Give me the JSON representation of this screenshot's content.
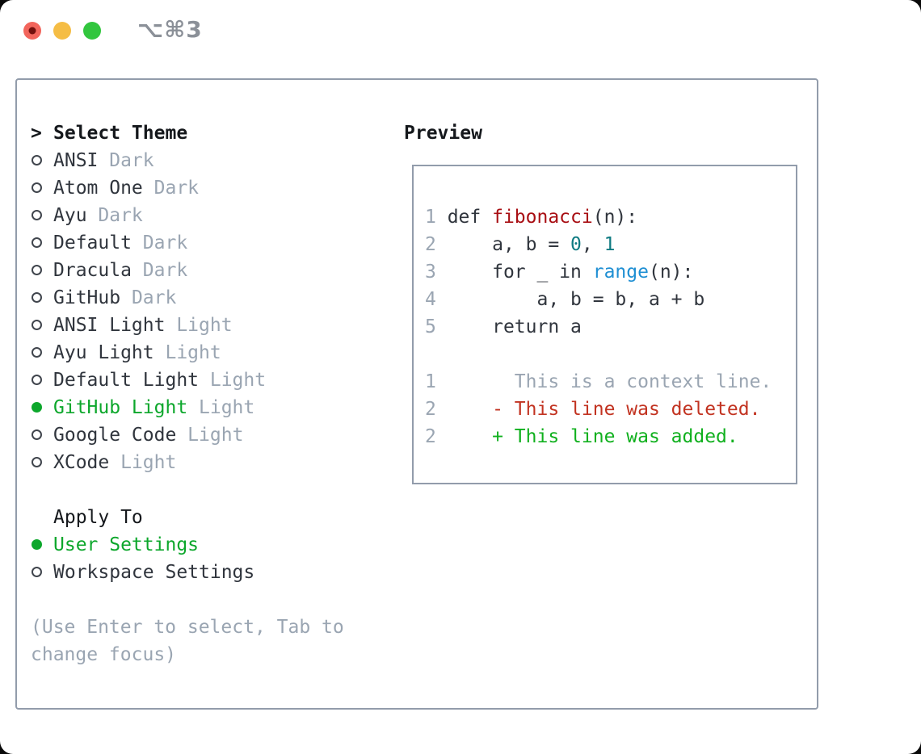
{
  "window": {
    "title": "⌥⌘3"
  },
  "titlebar": {
    "lights": [
      "close",
      "minimize",
      "zoom"
    ]
  },
  "theme_list": {
    "prompt": ">",
    "header": "Select Theme",
    "items": [
      {
        "name": "ANSI",
        "variant": "Dark",
        "selected": false
      },
      {
        "name": "Atom One",
        "variant": "Dark",
        "selected": false
      },
      {
        "name": "Ayu",
        "variant": "Dark",
        "selected": false
      },
      {
        "name": "Default",
        "variant": "Dark",
        "selected": false
      },
      {
        "name": "Dracula",
        "variant": "Dark",
        "selected": false
      },
      {
        "name": "GitHub",
        "variant": "Dark",
        "selected": false
      },
      {
        "name": "ANSI Light",
        "variant": "Light",
        "selected": false
      },
      {
        "name": "Ayu Light",
        "variant": "Light",
        "selected": false
      },
      {
        "name": "Default Light",
        "variant": "Light",
        "selected": false
      },
      {
        "name": "GitHub Light",
        "variant": "Light",
        "selected": true
      },
      {
        "name": "Google Code",
        "variant": "Light",
        "selected": false
      },
      {
        "name": "XCode",
        "variant": "Light",
        "selected": false
      }
    ]
  },
  "apply_to": {
    "header": "Apply To",
    "items": [
      {
        "label": "User Settings",
        "selected": true
      },
      {
        "label": "Workspace Settings",
        "selected": false
      }
    ]
  },
  "hint": {
    "line1": "(Use Enter to select, Tab to",
    "line2": "change focus)"
  },
  "preview": {
    "header": "Preview",
    "code_lines": [
      {
        "num": "1",
        "segments": [
          {
            "t": "def ",
            "c": "code"
          },
          {
            "t": "fibonacci",
            "c": "func"
          },
          {
            "t": "(n):",
            "c": "code"
          }
        ]
      },
      {
        "num": "2",
        "segments": [
          {
            "t": "    a, b = ",
            "c": "code"
          },
          {
            "t": "0",
            "c": "num"
          },
          {
            "t": ", ",
            "c": "code"
          },
          {
            "t": "1",
            "c": "num"
          }
        ]
      },
      {
        "num": "3",
        "segments": [
          {
            "t": "    for _ in ",
            "c": "code"
          },
          {
            "t": "range",
            "c": "builtin"
          },
          {
            "t": "(n):",
            "c": "code"
          }
        ]
      },
      {
        "num": "4",
        "segments": [
          {
            "t": "        a, b = b, a + b",
            "c": "code"
          }
        ]
      },
      {
        "num": "5",
        "segments": [
          {
            "t": "    return a",
            "c": "code"
          }
        ]
      },
      {
        "num": " ",
        "segments": []
      },
      {
        "num": "1",
        "segments": [
          {
            "t": "      This is a context line.",
            "c": "muted"
          }
        ]
      },
      {
        "num": "2",
        "segments": [
          {
            "t": "    - This line was deleted.",
            "c": "del"
          }
        ]
      },
      {
        "num": "2",
        "segments": [
          {
            "t": "    + This line was added.",
            "c": "add"
          }
        ]
      }
    ]
  },
  "colors": {
    "green": "#0da72c",
    "muted": "#9aa5b2",
    "border": "#929cab",
    "text": "#30353d",
    "heading": "#15181c",
    "ring": "#40454d",
    "code_red": "#a80e13",
    "diff_red": "#c23321",
    "diff_green": "#10b01e",
    "teal": "#0f7b82",
    "blue": "#1f8fd3",
    "tl_red": "#f2655c",
    "tl_red_dot": "#73100d",
    "tl_yellow": "#f5bd45",
    "tl_green": "#32c63e",
    "title_gray": "#8b9098"
  }
}
